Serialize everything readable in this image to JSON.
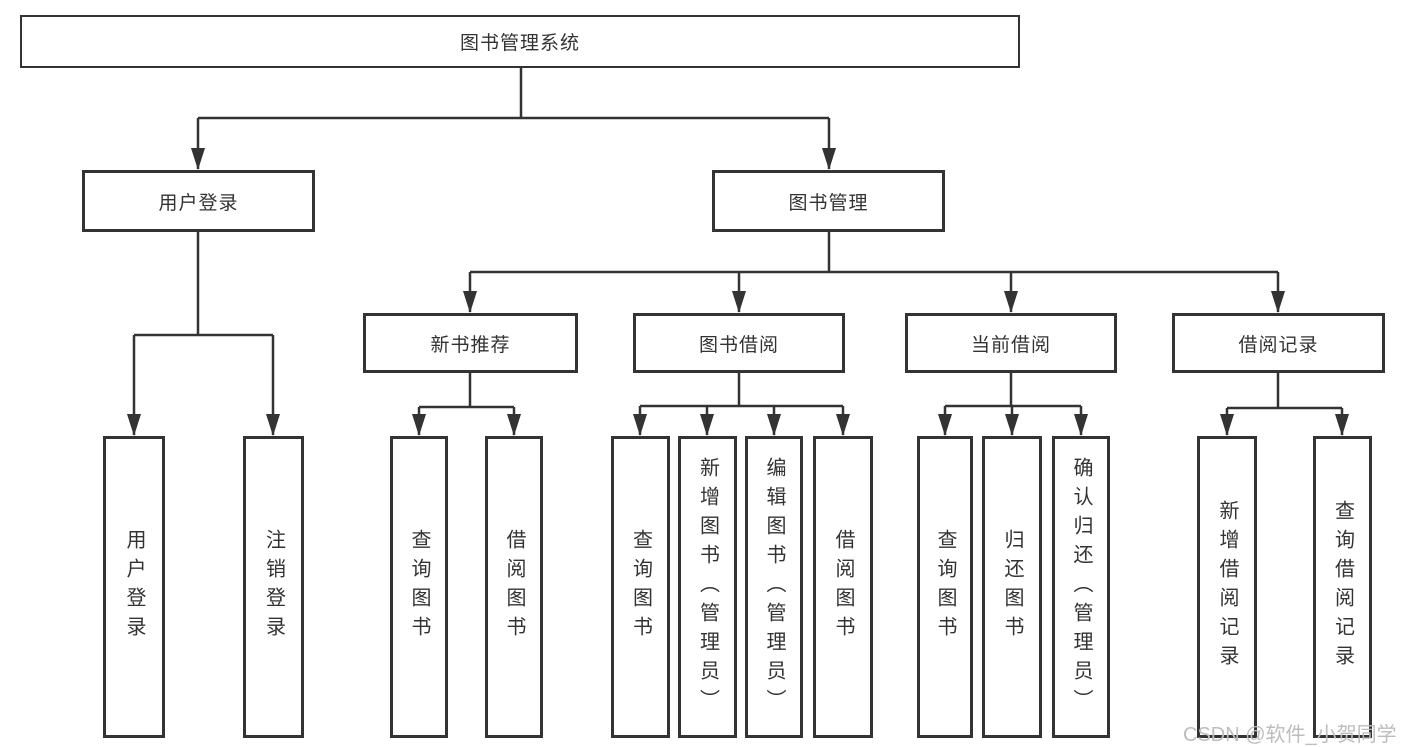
{
  "colors": {
    "line": "#333333",
    "box_border": "#333333",
    "text": "#333333",
    "watermark": "#bdbdbd",
    "background": "#ffffff"
  },
  "watermark": {
    "text": "CSDN @软件_小贺同学"
  },
  "tree": {
    "root": {
      "label": "图书管理系统"
    },
    "branches": [
      {
        "label": "用户登录",
        "children": [
          {
            "label": "用户登录"
          },
          {
            "label": "注销登录"
          }
        ]
      },
      {
        "label": "图书管理",
        "children": [
          {
            "label": "新书推荐",
            "children": [
              {
                "label": "查询图书"
              },
              {
                "label": "借阅图书"
              }
            ]
          },
          {
            "label": "图书借阅",
            "children": [
              {
                "label": "查询图书"
              },
              {
                "label": "新增图书（管理员）"
              },
              {
                "label": "编辑图书（管理员）"
              },
              {
                "label": "借阅图书"
              }
            ]
          },
          {
            "label": "当前借阅",
            "children": [
              {
                "label": "查询图书"
              },
              {
                "label": "归还图书"
              },
              {
                "label": "确认归还（管理员）"
              }
            ]
          },
          {
            "label": "借阅记录",
            "children": [
              {
                "label": "新增借阅记录"
              },
              {
                "label": "查询借阅记录"
              }
            ]
          }
        ]
      }
    ]
  }
}
